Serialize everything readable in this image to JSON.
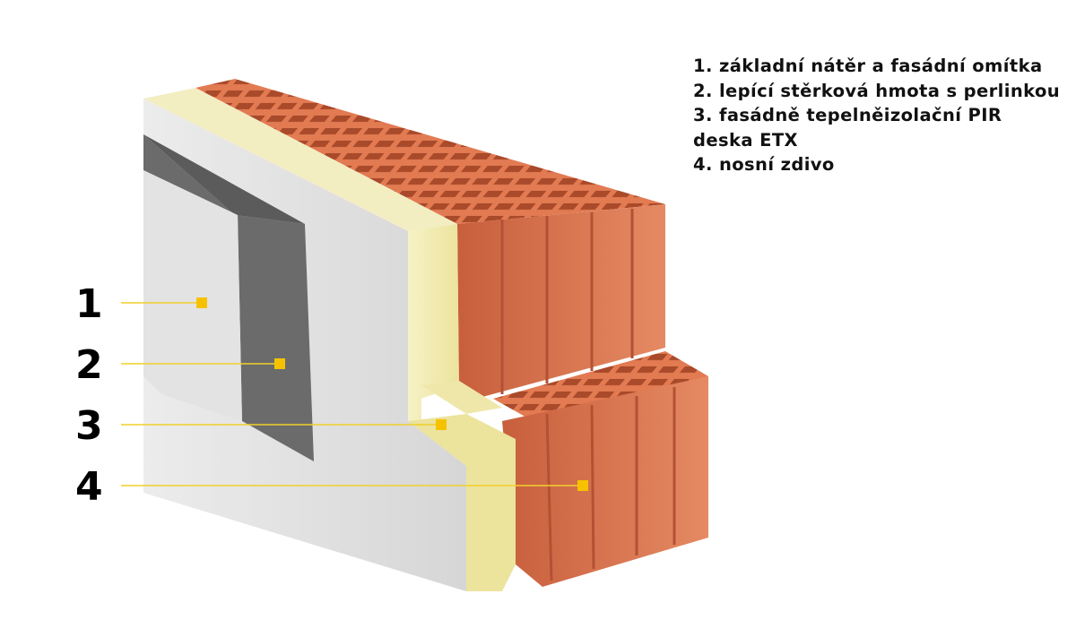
{
  "legend": [
    "1. základní nátěr a fasádní omítka",
    "2. lepící stěrková hmota s perlinkou",
    "3. fasádně tepelněizolační PIR deska ETX",
    "4. nosní zdivo"
  ],
  "callouts": [
    "1",
    "2",
    "3",
    "4"
  ],
  "colors": {
    "marker": "#f6c200",
    "leader": "#f2cf2a",
    "plaster": "#e6e6e6",
    "mesh": "#6d6d6d",
    "insulation": "#f3eeb0",
    "brick": "#d9704a"
  }
}
